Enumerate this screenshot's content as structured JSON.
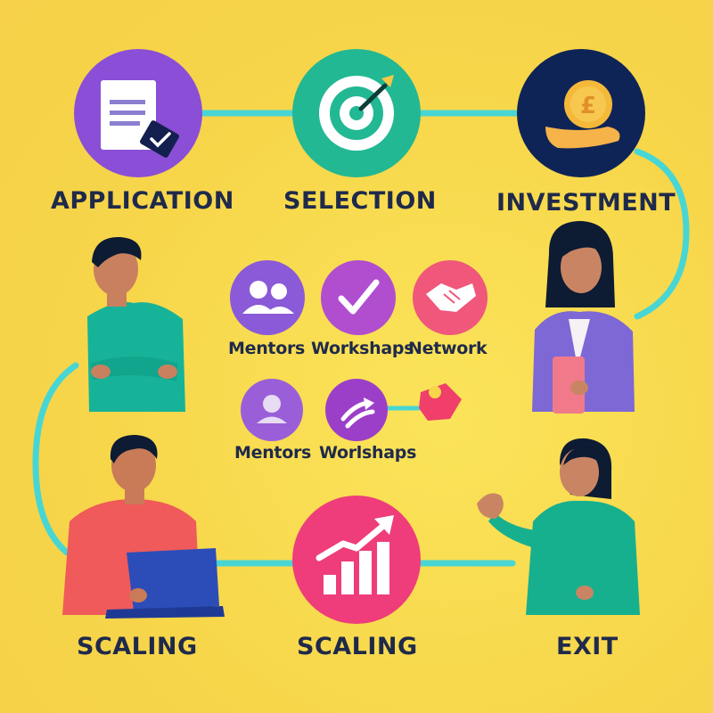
{
  "stages": {
    "application": "APPLICATION",
    "selection": "SELECTION",
    "investment": "INVESTMENT",
    "scaling_left": "SCALING",
    "scaling_center": "SCALING",
    "exit": "EXIT"
  },
  "benefits_row_1": {
    "mentors": "Mentors",
    "workshops": "Workshaps",
    "network": "Network"
  },
  "benefits_row_2": {
    "mentors": "Mentors",
    "workshops": "Worlshaps"
  },
  "colors": {
    "background": "#f7d64a",
    "connector": "#48d6d4",
    "text": "#1f2a4a",
    "purple": "#8a4fd6",
    "teal": "#22b893",
    "navy": "#0f2456",
    "magenta": "#ee3d7a",
    "pink": "#f06292",
    "violet": "#9b4fd0"
  }
}
